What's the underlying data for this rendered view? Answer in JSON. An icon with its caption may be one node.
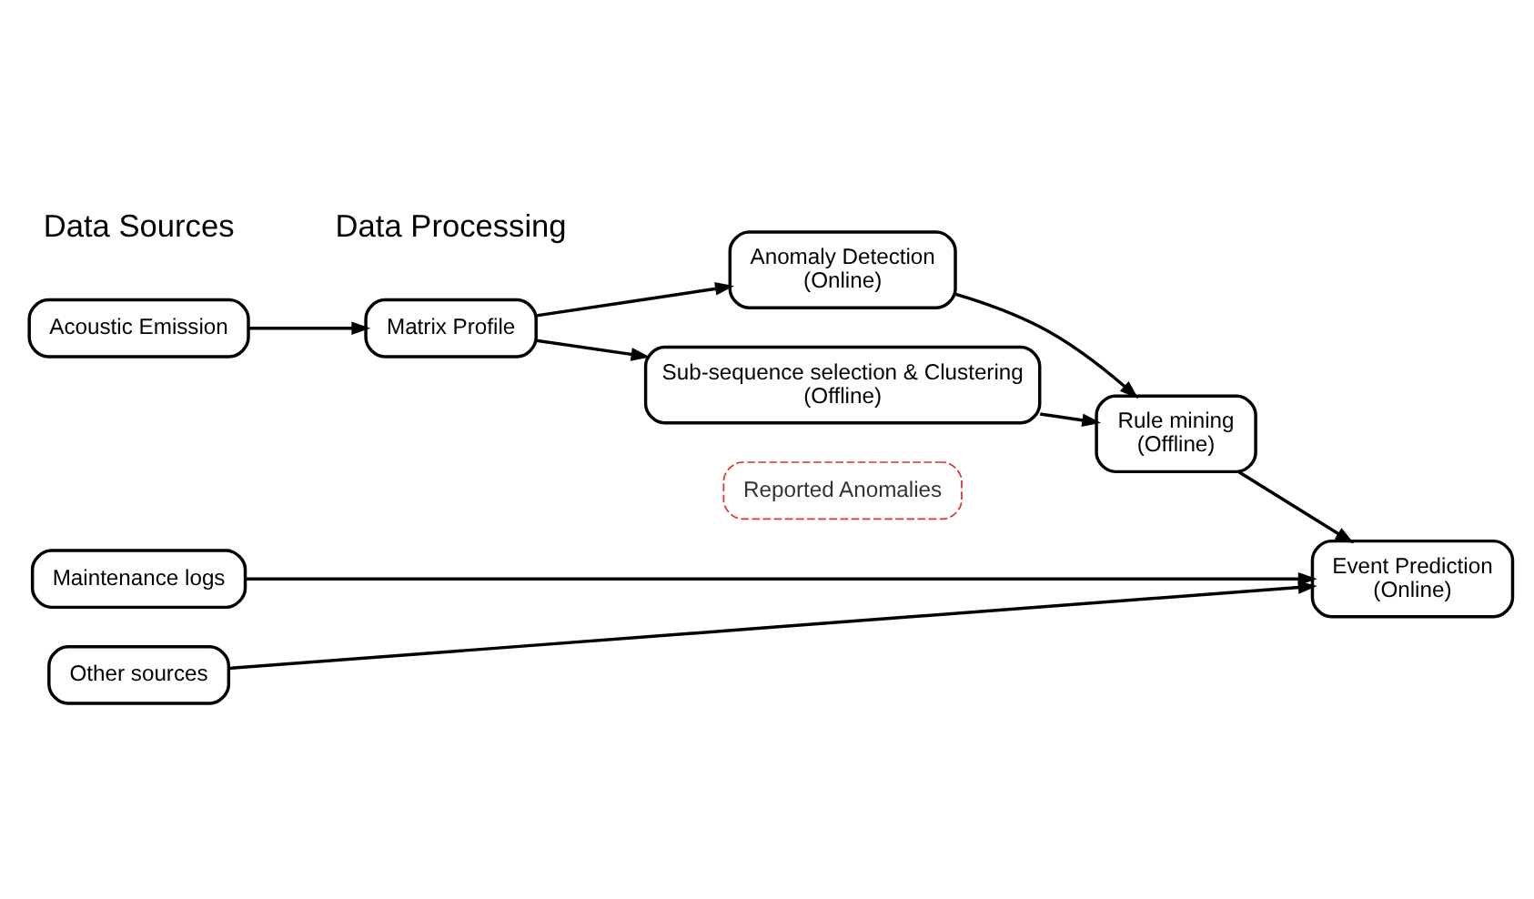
{
  "diagram": {
    "nodes": [
      {
        "text": [
          "Acoustic Emission"
        ]
      },
      {
        "text": [
          "Matrix Profile"
        ]
      },
      {
        "text": [
          "Anomaly Detection",
          "(Online)"
        ]
      },
      {
        "text": [
          "Reported Anomalies"
        ]
      },
      {
        "text": [
          "Sub-sequence selection & Clustering",
          "(Offline)"
        ]
      },
      {
        "text": [
          "Rule mining",
          "(Offline)"
        ]
      },
      {
        "text": [
          "Event Prediction",
          "(Online)"
        ]
      },
      {
        "text": [
          "Maintenance logs"
        ]
      },
      {
        "text": [
          "Other sources"
        ]
      }
    ],
    "edges": [
      {
        "from": 0,
        "to": 1,
        "arrow": "to"
      },
      {
        "from": 1,
        "to": 2,
        "arrow": "to"
      },
      {
        "from": 1,
        "to": 4,
        "arrow": "to"
      },
      {
        "from": 2,
        "to": 5,
        "arrow": "to"
      },
      {
        "from": 4,
        "to": 5,
        "arrow": "to"
      },
      {
        "from": 5,
        "to": 6,
        "arrow": "to"
      },
      {
        "from": 7,
        "to": 6,
        "arrow": "to"
      },
      {
        "from": 8,
        "to": 6,
        "arrow": "to"
      }
    ],
    "labels": [
      "Data Sources",
      "Data Processing"
    ]
  }
}
